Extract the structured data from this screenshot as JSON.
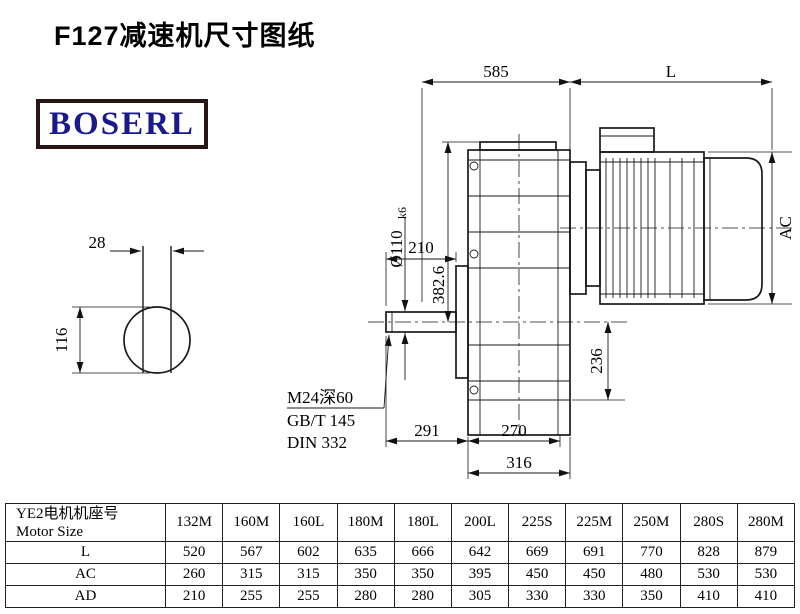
{
  "title": "F127减速机尺寸图纸",
  "logo": "BOSERL",
  "drawing": {
    "dim_585": "585",
    "dim_L": "L",
    "dim_28": "28",
    "dim_116": "116",
    "dim_dia": "Ø110",
    "dim_dia_tol": "k6",
    "dim_210": "210",
    "dim_382_6": "382.6",
    "dim_AC": "AC",
    "dim_236": "236",
    "note_thread": "M24深60",
    "note_gbt": "GB/T 145",
    "note_din": "DIN 332",
    "dim_291": "291",
    "dim_270": "270",
    "dim_316": "316"
  },
  "table": {
    "header_cn": "YE2电机机座号",
    "header_en": "Motor Size",
    "sizes": [
      "132M",
      "160M",
      "160L",
      "180M",
      "180L",
      "200L",
      "225S",
      "225M",
      "250M",
      "280S",
      "280M"
    ],
    "rows": [
      {
        "label": "L",
        "values": [
          "520",
          "567",
          "602",
          "635",
          "666",
          "642",
          "669",
          "691",
          "770",
          "828",
          "879"
        ]
      },
      {
        "label": "AC",
        "values": [
          "260",
          "315",
          "315",
          "350",
          "350",
          "395",
          "450",
          "450",
          "480",
          "530",
          "530"
        ]
      },
      {
        "label": "AD",
        "values": [
          "210",
          "255",
          "255",
          "280",
          "280",
          "305",
          "330",
          "330",
          "350",
          "410",
          "410"
        ]
      }
    ]
  }
}
